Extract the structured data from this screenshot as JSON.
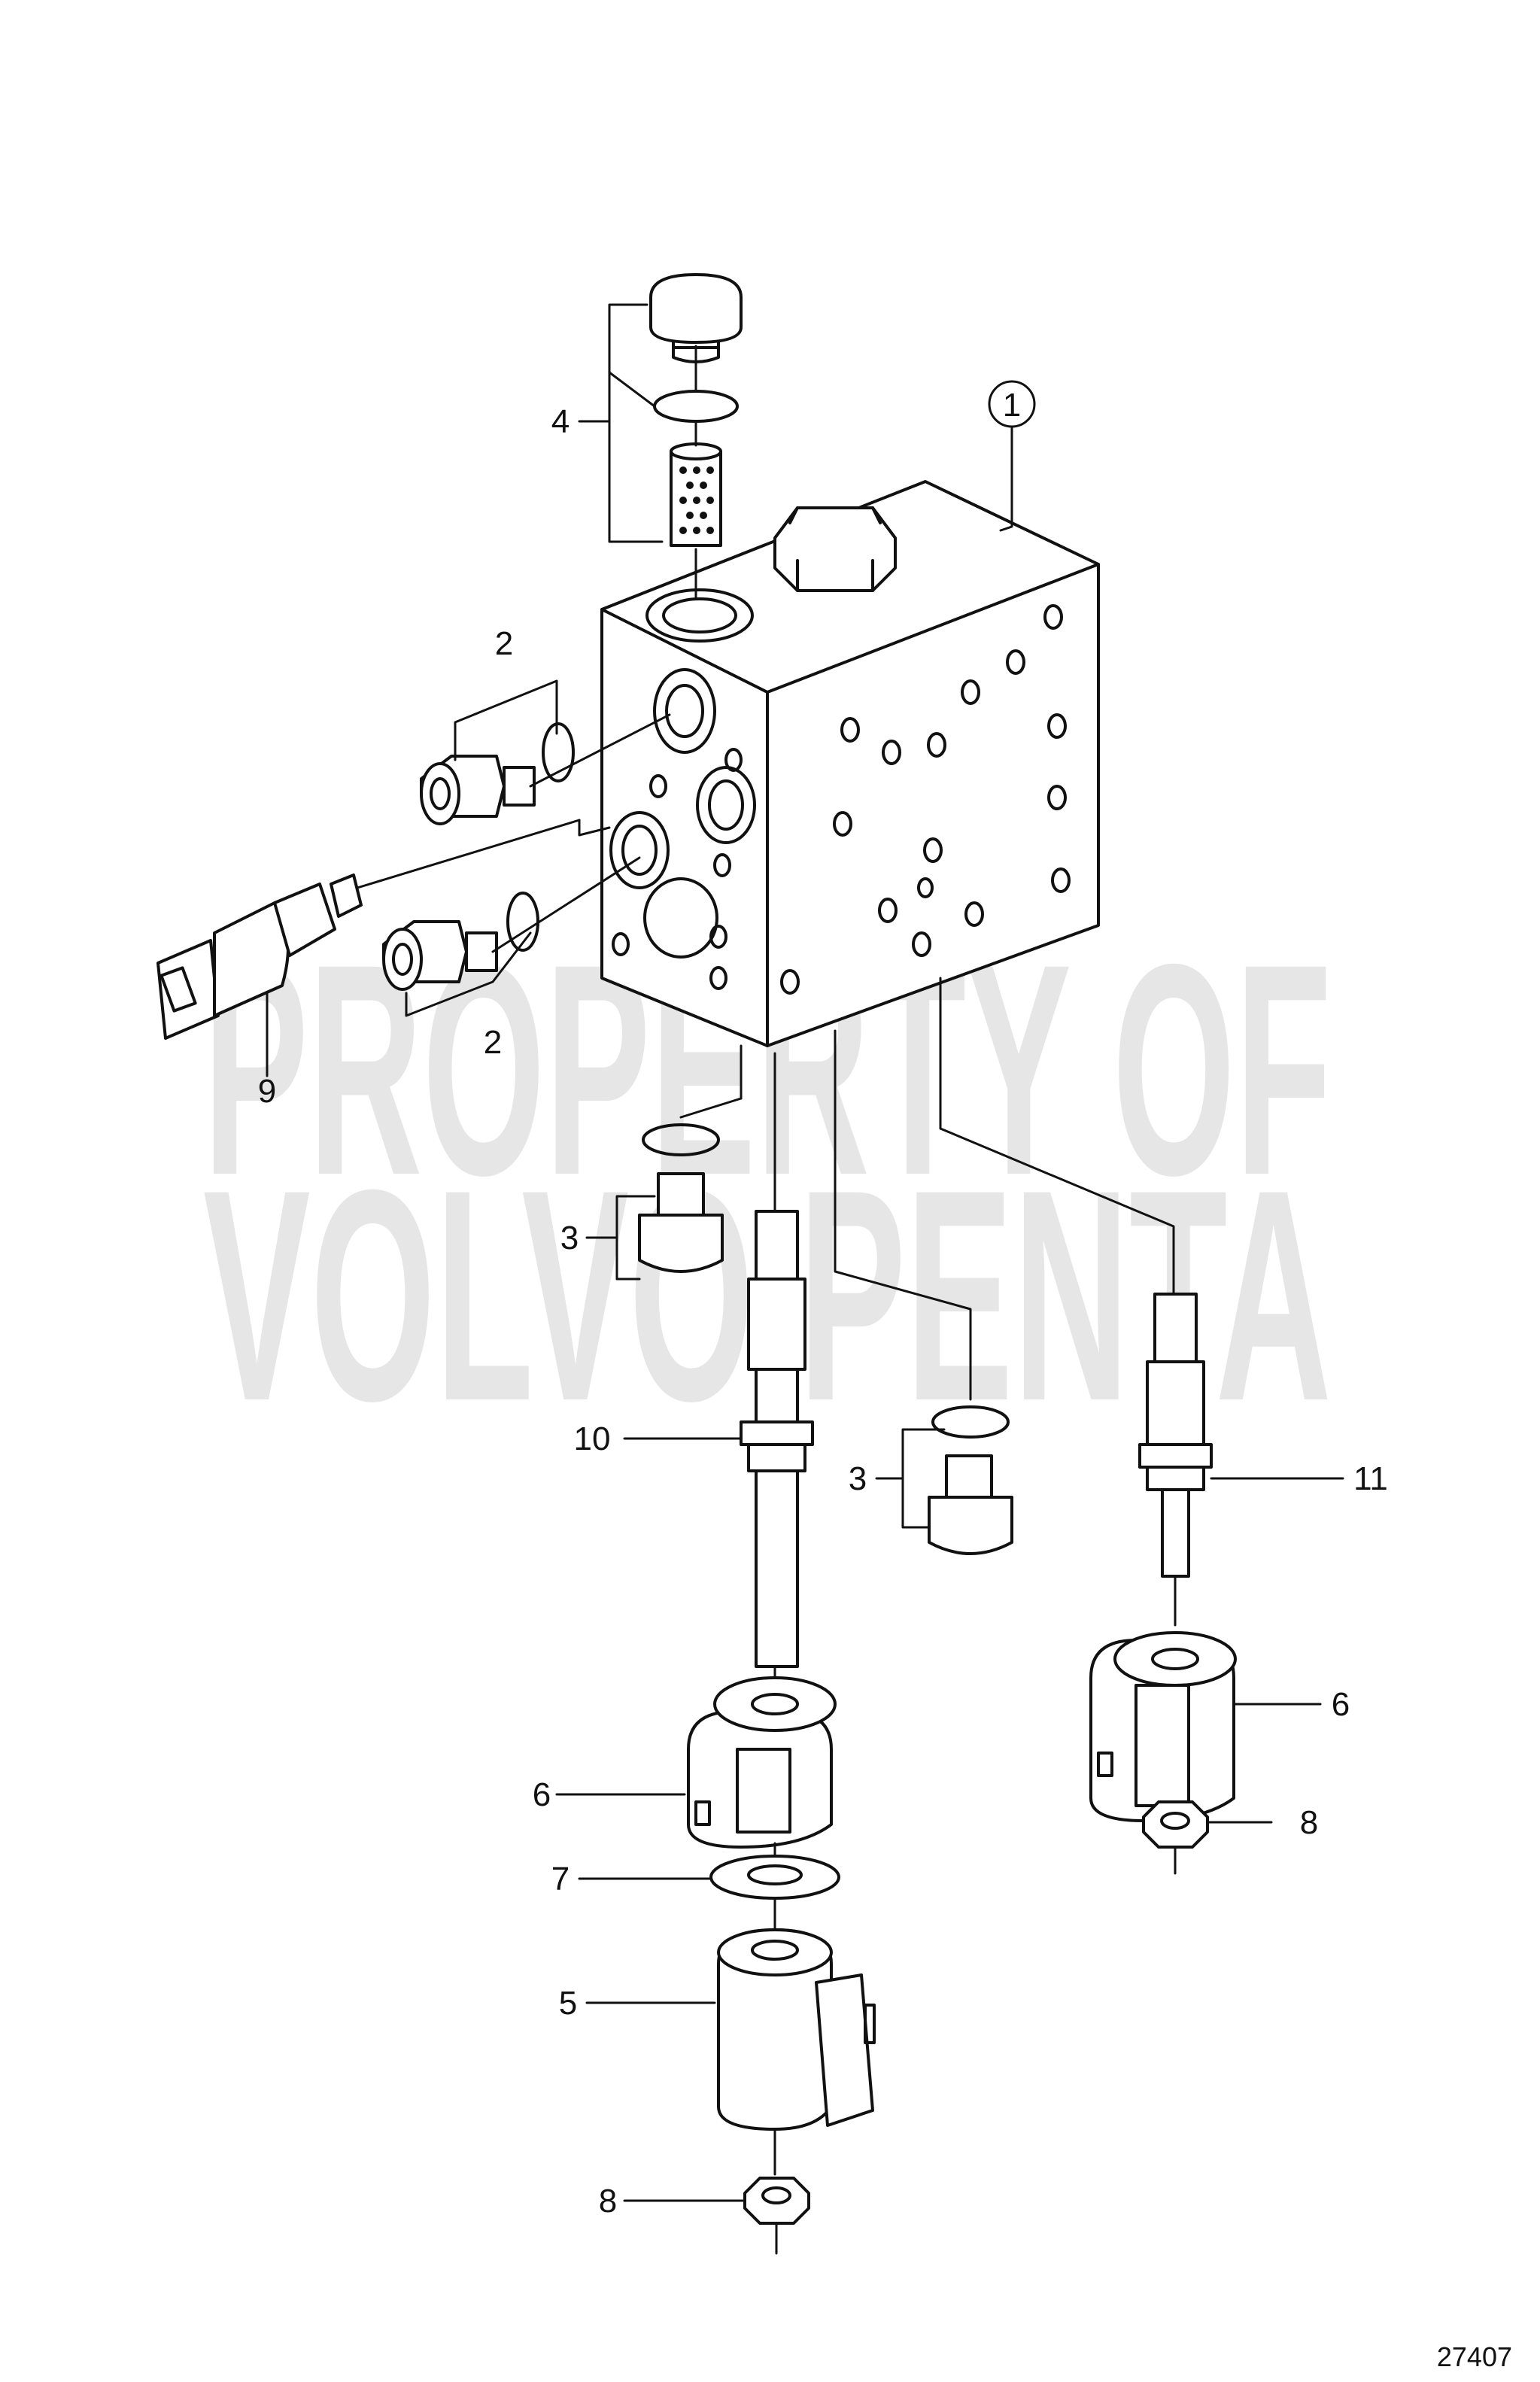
{
  "diagram": {
    "figure_id": "27407",
    "watermark": {
      "line1": "PROPERTY OF",
      "line2": "VOLVO PENTA",
      "color": "#e6e6e6"
    },
    "callouts": {
      "c1": "1",
      "c2a": "2",
      "c2b": "2",
      "c3a": "3",
      "c3b": "3",
      "c4": "4",
      "c5": "5",
      "c6a": "6",
      "c6b": "6",
      "c7": "7",
      "c8a": "8",
      "c8b": "8",
      "c9": "9",
      "c10": "10",
      "c11": "11"
    },
    "line_color": "#111111"
  }
}
